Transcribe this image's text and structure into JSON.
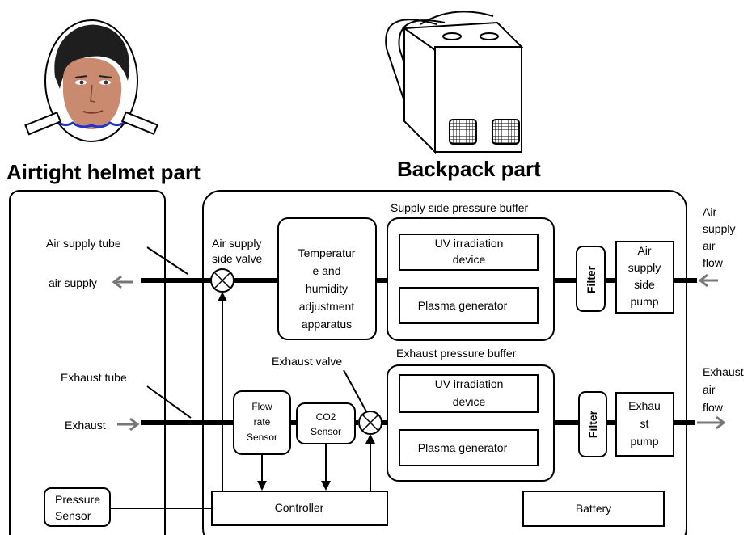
{
  "titles": {
    "helmet": "Airtight helmet part",
    "backpack": "Backpack part"
  },
  "helmet_side": {
    "air_supply_tube": "Air supply tube",
    "air_supply": "air supply",
    "exhaust_tube": "Exhaust tube",
    "exhaust": "Exhaust",
    "pressure_sensor": [
      "Pressure",
      "Sensor"
    ]
  },
  "backpack_side": {
    "air_supply_side_valve": [
      "Air supply",
      "side valve"
    ],
    "temp_humidity": [
      "Temperatur",
      "e and",
      "humidity",
      "adjustment",
      "apparatus"
    ],
    "supply_buffer": "Supply side pressure  buffer",
    "exhaust_buffer": "Exhaust  pressure  buffer",
    "uv_device": [
      "UV irradiation",
      "device"
    ],
    "plasma_generator": "Plasma generator",
    "filter": "Filter",
    "air_supply_pump": [
      "Air",
      "supply",
      "side",
      "pump"
    ],
    "exhaust_pump": [
      "Exhau",
      "st",
      "pump"
    ],
    "exhaust_valve": "Exhaust valve",
    "flow_rate_sensor": [
      "Flow",
      "rate",
      "Sensor"
    ],
    "co2_sensor": [
      "CO2",
      "Sensor"
    ],
    "controller": "Controller",
    "battery": "Battery"
  },
  "outside": {
    "air_supply_air_flow": [
      "Air",
      "supply",
      "air",
      "flow"
    ],
    "exhaust_air_flow": [
      "Exhaust",
      "air",
      "flow"
    ]
  },
  "colors": {
    "arrow_gray": "#777777",
    "hair": "#1e1e1e",
    "skin": "#c98a70",
    "collar": "#2233cc"
  }
}
